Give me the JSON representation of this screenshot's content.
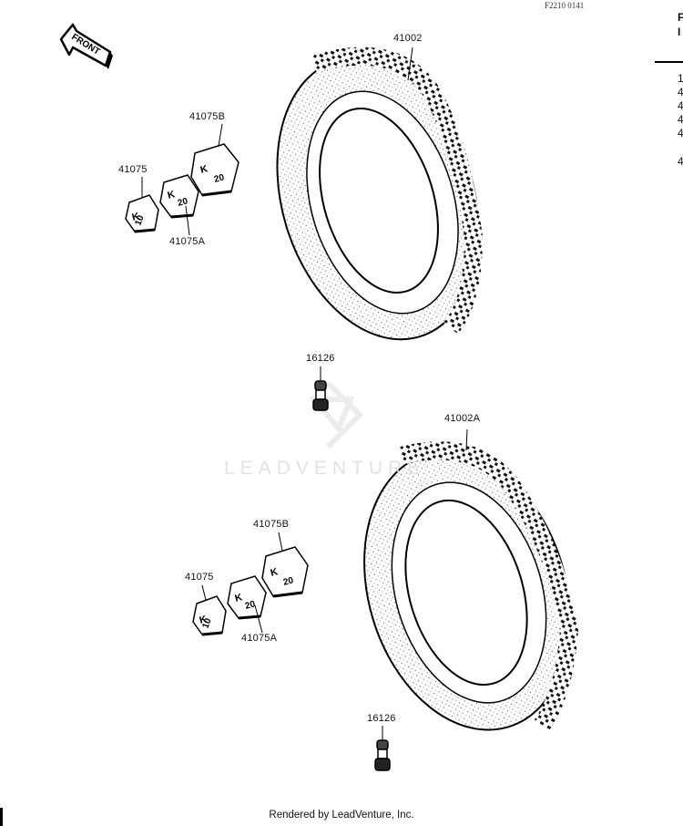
{
  "header": {
    "code": "F2210 0141"
  },
  "front_arrow": {
    "label": "FRONT"
  },
  "parts": {
    "tire_upper": "41002",
    "tire_lower": "41002A",
    "valve_upper": "16126",
    "valve_lower": "16126",
    "weight_b_upper": "41075B",
    "weight_upper": "41075",
    "weight_a_upper": "41075A",
    "weight_b_lower": "41075B",
    "weight_lower": "41075",
    "weight_a_lower": "41075A"
  },
  "weight_marks": {
    "k": "K",
    "ten": "10",
    "twenty": "20"
  },
  "legend": {
    "heading": [
      "F",
      "I"
    ],
    "items": [
      "1",
      "4",
      "4",
      "4",
      "4",
      "4"
    ]
  },
  "watermark": "LEADVENTURE",
  "footer": "Rendered by LeadVenture, Inc."
}
